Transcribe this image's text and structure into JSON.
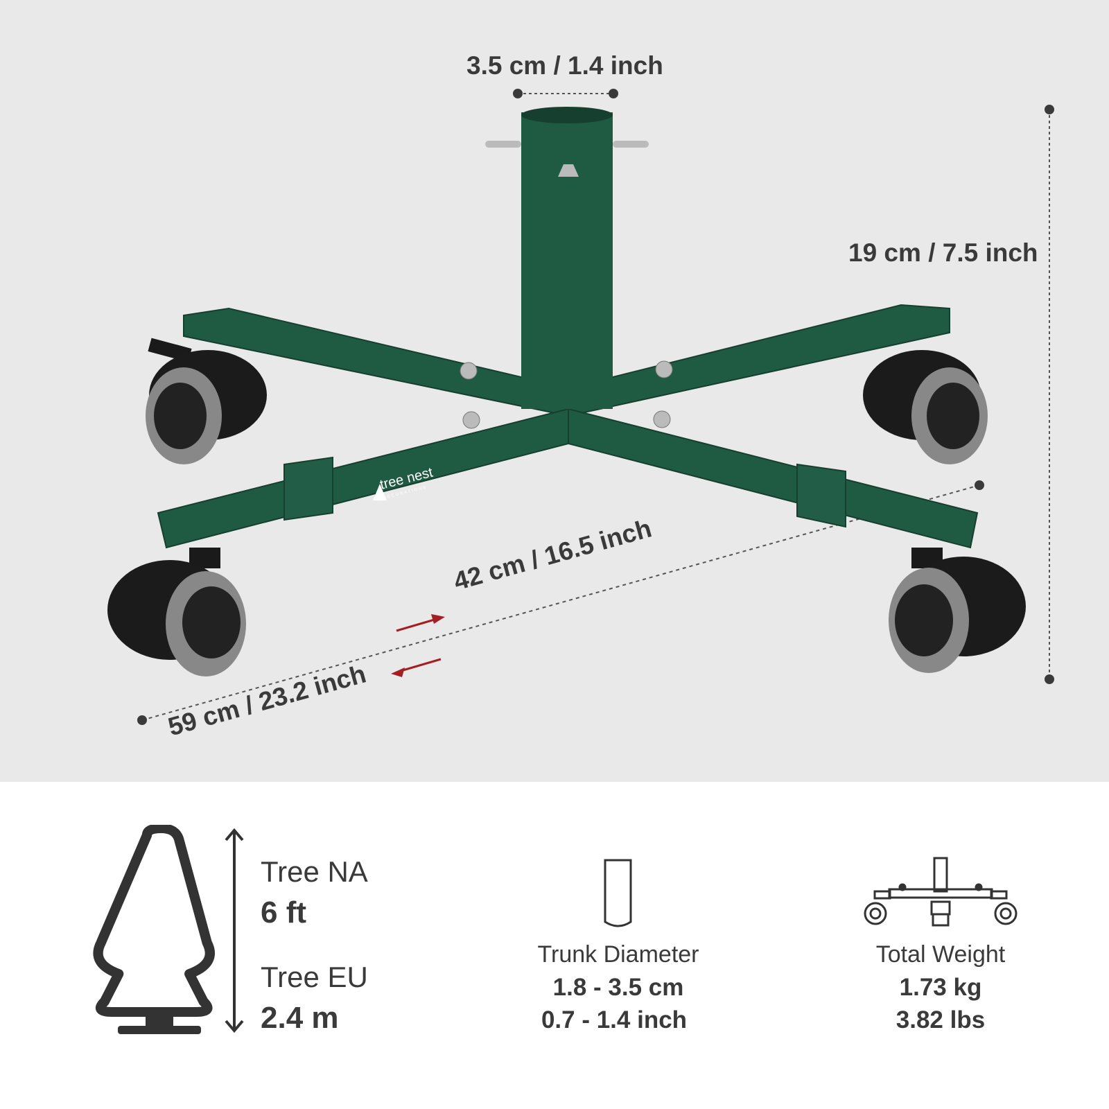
{
  "dimensions": {
    "trunk_opening": "3.5 cm / 1.4 inch",
    "height": "19 cm / 7.5 inch",
    "leg_span_inner": "42 cm / 16.5 inch",
    "leg_span_outer": "59 cm / 23.2 inch"
  },
  "logo": {
    "brand": "tree nest",
    "sub": "DECORATIONS"
  },
  "colors": {
    "stand_green": "#1f5a43",
    "background": "#e9e9e9",
    "arrow_red": "#a31f24",
    "text": "#3a3a3a"
  },
  "specs": {
    "tree_na_label": "Tree NA",
    "tree_na_value": "6 ft",
    "tree_eu_label": "Tree EU",
    "tree_eu_value": "2.4 m",
    "trunk_label": "Trunk Diameter",
    "trunk_cm": "1.8 - 3.5 cm",
    "trunk_inch": "0.7 - 1.4 inch",
    "weight_label": "Total Weight",
    "weight_kg": "1.73 kg",
    "weight_lbs": "3.82 lbs"
  }
}
